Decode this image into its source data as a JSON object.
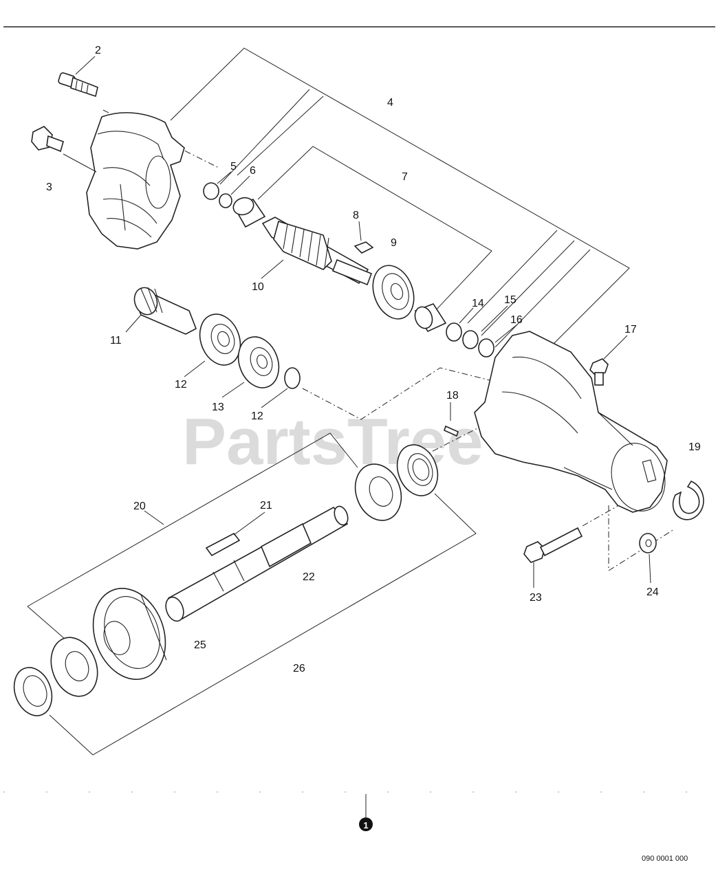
{
  "labels": [
    "2",
    "3",
    "4",
    "5",
    "6",
    "7",
    "8",
    "9",
    "10",
    "11",
    "12",
    "13",
    "12",
    "14",
    "15",
    "16",
    "17",
    "18",
    "19",
    "20",
    "21",
    "22",
    "23",
    "24",
    "25",
    "26"
  ],
  "watermark": "PartsTree",
  "callout_number": "1",
  "code": "090 0001 000"
}
